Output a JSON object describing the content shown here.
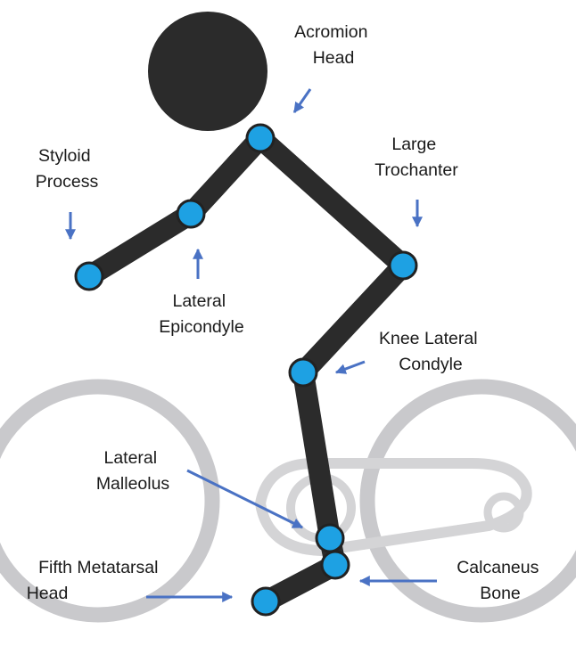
{
  "labels": {
    "acromion_head": [
      "Acromion",
      "Head"
    ],
    "styloid_process": [
      "Styloid",
      "Process"
    ],
    "large_trochanter": [
      "Large",
      "Trochanter"
    ],
    "lateral_epicondyle": [
      "Lateral",
      "Epicondyle"
    ],
    "knee_lateral_condyle": [
      "Knee Lateral",
      "Condyle"
    ],
    "lateral_malleolus": [
      "Lateral",
      "Malleolus"
    ],
    "fifth_metatarsal_head": [
      "Fifth Metatarsal",
      "Head"
    ],
    "calcaneus_bone": [
      "Calcaneus",
      "Bone"
    ]
  },
  "colors": {
    "skeleton": "#2b2b2b",
    "marker": "#1ea1e3",
    "marker_outline": "#222222",
    "arrow": "#4a72c4",
    "bike": "#c9c9cc",
    "text": "#1a1a1a"
  }
}
